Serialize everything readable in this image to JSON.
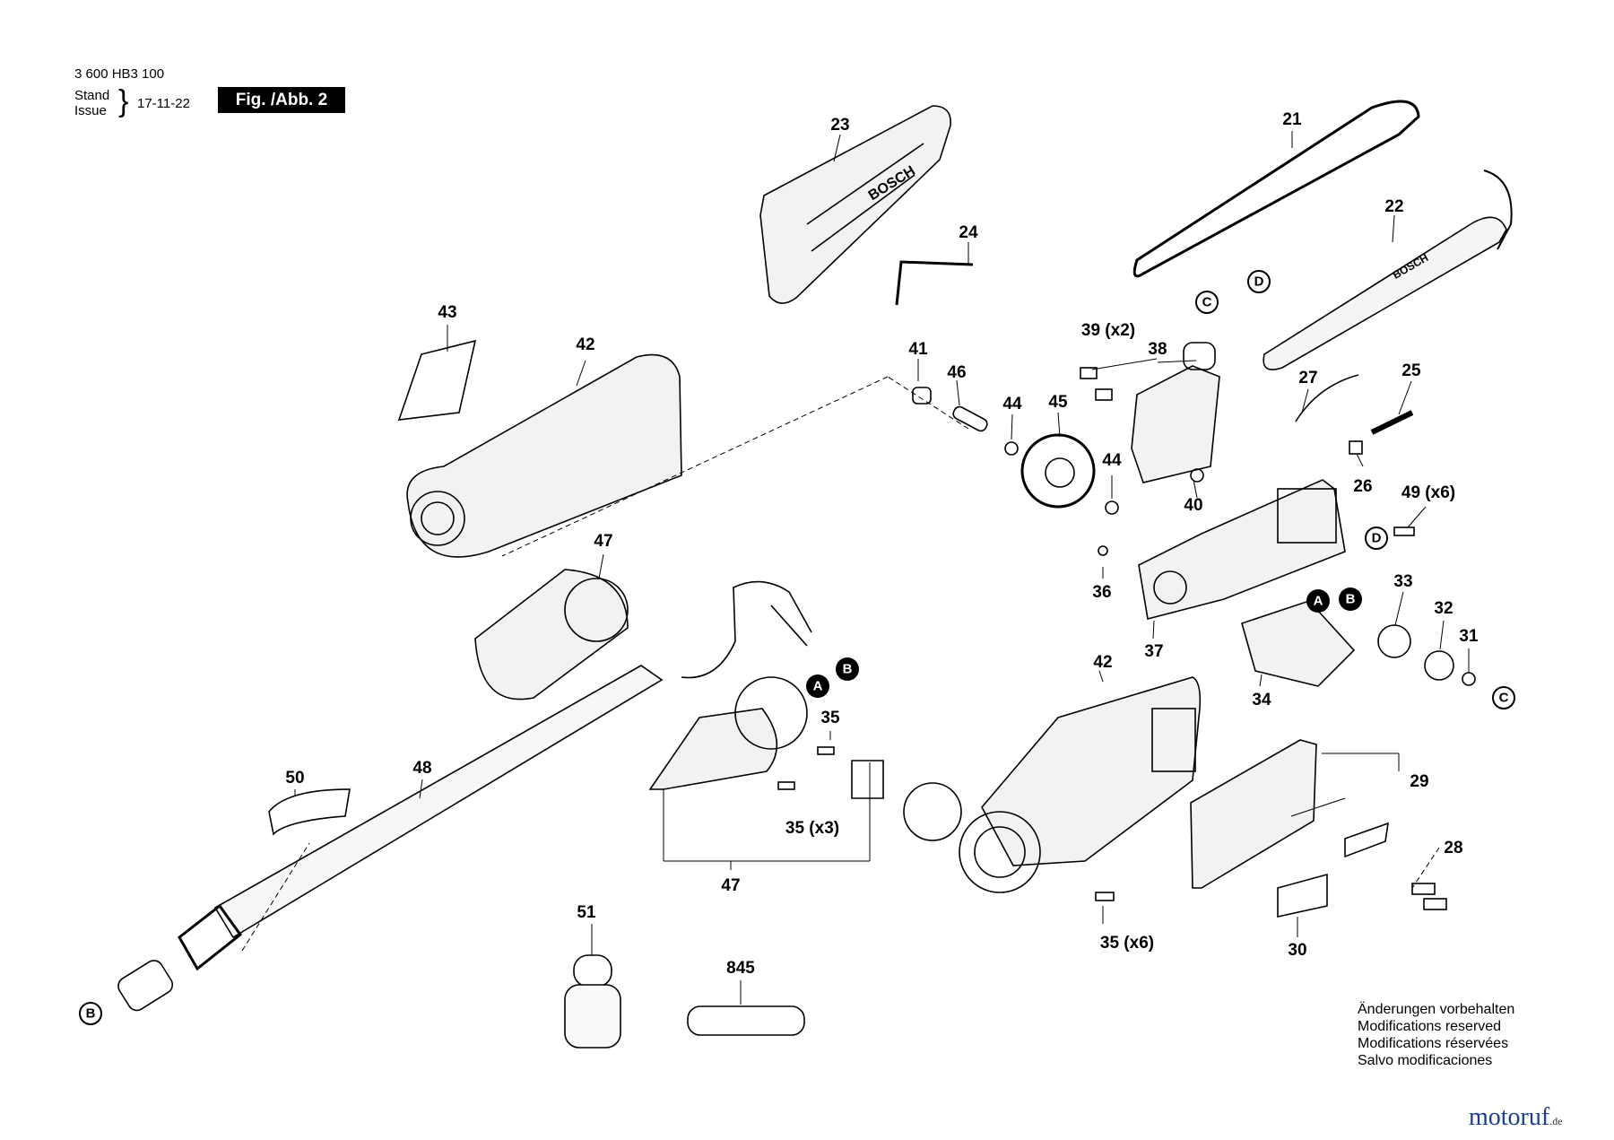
{
  "header": {
    "doc_number": "3 600 HB3 100",
    "stand_label": "Stand",
    "issue_label": "Issue",
    "date": "17-11-22",
    "figure": "Fig. /Abb. 2"
  },
  "parts": [
    "23",
    "24",
    "21",
    "22",
    "43",
    "42",
    "41",
    "46",
    "44",
    "45",
    "39 (x2)",
    "38",
    "27",
    "25",
    "44",
    "40",
    "26",
    "49 (x6)",
    "36",
    "37",
    "33",
    "32",
    "31",
    "34",
    "47",
    "35",
    "35 (x3)",
    "42",
    "29",
    "28",
    "30",
    "50",
    "48",
    "47",
    "35 (x6)",
    "51",
    "845"
  ],
  "markers": [
    "C",
    "D",
    "D",
    "A",
    "B",
    "B",
    "A",
    "C",
    "B"
  ],
  "brand_marks": [
    "BOSCH",
    "BOSCH"
  ],
  "notes": [
    "Änderungen vorbehalten",
    "Modifications reserved",
    "Modifications réservées",
    "Salvo modificaciones"
  ],
  "watermark": {
    "name": "motoruf",
    "tld": ".de"
  }
}
